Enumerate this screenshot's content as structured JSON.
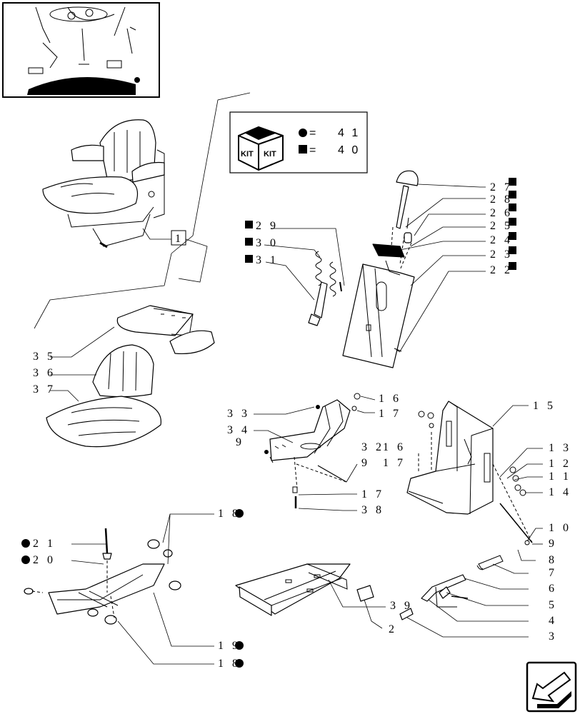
{
  "kit_legend": {
    "kit_word": "KIT",
    "circle_entry": {
      "symbol": "circle",
      "equals": "=",
      "value": "4 1"
    },
    "square_entry": {
      "symbol": "square",
      "equals": "=",
      "value": "4 0"
    }
  },
  "callout_box": "1",
  "labels": {
    "l27": "2 7",
    "l28": "2 8",
    "l26": "2 6",
    "l25": "2 5",
    "l24": "2 4",
    "l23": "2 3",
    "l22": "2 2",
    "l29": "2 9",
    "l30": "3 0",
    "l31": "3 1",
    "l35": "3 5",
    "l36": "3 6",
    "l37": "3 7",
    "l33": "3 3",
    "l34": "3 4",
    "l9a": "9",
    "l32": "3 2",
    "l9b": "9",
    "l16a": "1 6",
    "l17a": "1 7",
    "l17b": "1 7",
    "l38": "3 8",
    "l1_6": "1 6",
    "l1_7": "1 7",
    "l15": "1 5",
    "l13": "1 3",
    "l12": "1 2",
    "l11": "1 1",
    "l14": "1 4",
    "l10": "1 0",
    "l9c": "9",
    "l8": "8",
    "l7": "7",
    "l6": "6",
    "l5": "5",
    "l4": "4",
    "l3": "3",
    "l2": "2",
    "l39": "3 9",
    "l18a": "1 8",
    "l21": "2 1",
    "l20": "2 0",
    "l19": "1 9",
    "l18b": "1 8"
  },
  "colors": {
    "ink": "#000000",
    "paper": "#ffffff"
  },
  "icons": {
    "thumbnail": "tractor-cab-thumbnail",
    "nav": "next-page-arrow-icon"
  }
}
